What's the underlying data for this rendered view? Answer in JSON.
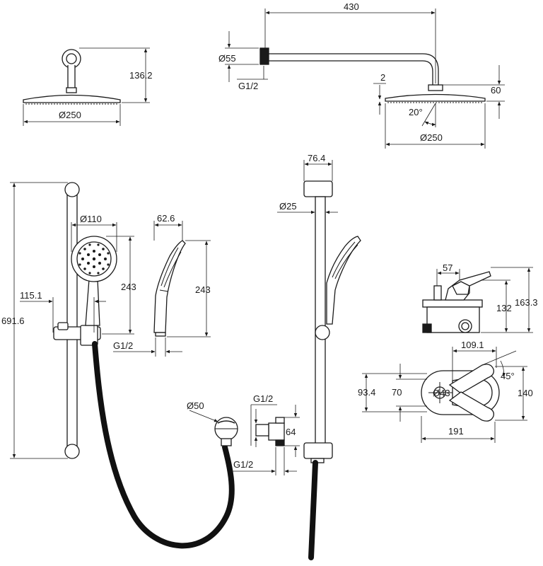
{
  "drawing": {
    "line_color": "#1a1a1a",
    "background": "#ffffff"
  },
  "labels": {
    "rain_head_height": "136.2",
    "rain_head_diameter_left": "Ø250",
    "arm_length": "430",
    "arm_flange_diameter": "Ø55",
    "arm_thread": "G1/2",
    "head_gap": "2",
    "head_height": "60",
    "tilt_angle": "20°",
    "rain_head_diameter_right": "Ø250",
    "rail_bracket_width": "76.4",
    "rail_tube_diameter": "Ø25",
    "rail_total_height": "691.6",
    "rail_offset": "115.1",
    "hand_head_diameter": "Ø110",
    "hand_height_front": "243",
    "hand_depth": "62.6",
    "hand_height_side": "243",
    "hand_thread": "G1/2",
    "outlet_diameter": "Ø50",
    "elbow_thread_top": "G1/2",
    "elbow_height": "64",
    "elbow_thread_bottom": "G1/2",
    "mixer_spout": "57",
    "mixer_body_height": "132",
    "mixer_total_height": "163.3",
    "plate_width_top": "109.1",
    "lever_angle": "45°",
    "plate_height_outer": "93.4",
    "plate_height_inner": "70",
    "hub_diameter": "Ø43",
    "plate_height_right": "140",
    "plate_width": "191"
  }
}
